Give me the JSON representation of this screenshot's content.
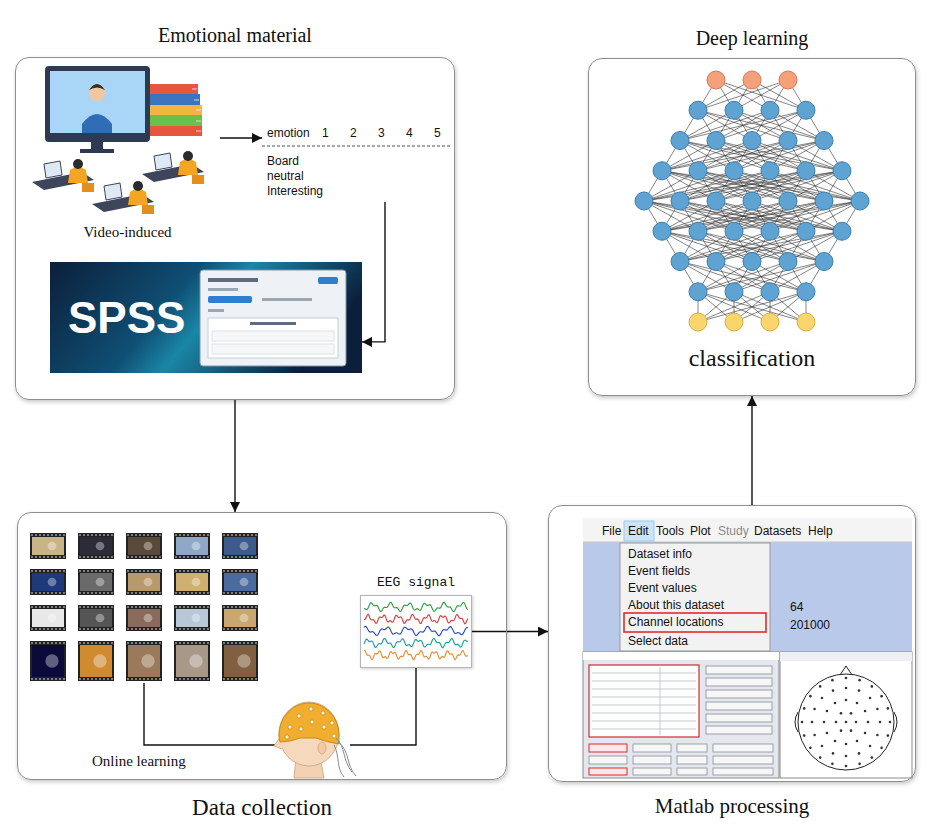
{
  "diagram": {
    "nodes": [
      {
        "text": [
          "Emotional material"
        ]
      },
      {
        "text": [
          "Video-induced"
        ],
        "in": 0
      },
      {
        "text": [
          "emotion",
          "1",
          "2",
          "3",
          "4",
          "5",
          "Board",
          "neutral",
          "Interesting"
        ],
        "in": 0
      },
      {
        "text": [
          "SPSS"
        ],
        "in": 0
      },
      {
        "text": [
          "Deep learning",
          "classification"
        ]
      },
      {
        "text": [
          "Data collection"
        ]
      },
      {
        "text": [
          "Online learning"
        ],
        "in": 5
      },
      {
        "text": [
          "EEG signal"
        ],
        "in": 5
      },
      {
        "text": [
          "Matlab processing"
        ]
      }
    ],
    "edges": [
      {
        "from": 1,
        "to": 2,
        "arrow": "to"
      },
      {
        "from": 2,
        "to": 3,
        "arrow": "to"
      },
      {
        "from": 0,
        "to": 5,
        "arrow": "to"
      },
      {
        "from": 6,
        "to": 7,
        "arrow": "none"
      },
      {
        "from": 7,
        "to": 8,
        "arrow": "to"
      },
      {
        "from": 8,
        "to": 4,
        "arrow": "to"
      }
    ],
    "labels": [
      "File",
      "Edit",
      "Tools",
      "Plot",
      "Study",
      "Datasets",
      "Help",
      "Dataset info",
      "Event fields",
      "Event values",
      "About this dataset",
      "Channel locations",
      "Select data",
      "64",
      "201000"
    ]
  }
}
